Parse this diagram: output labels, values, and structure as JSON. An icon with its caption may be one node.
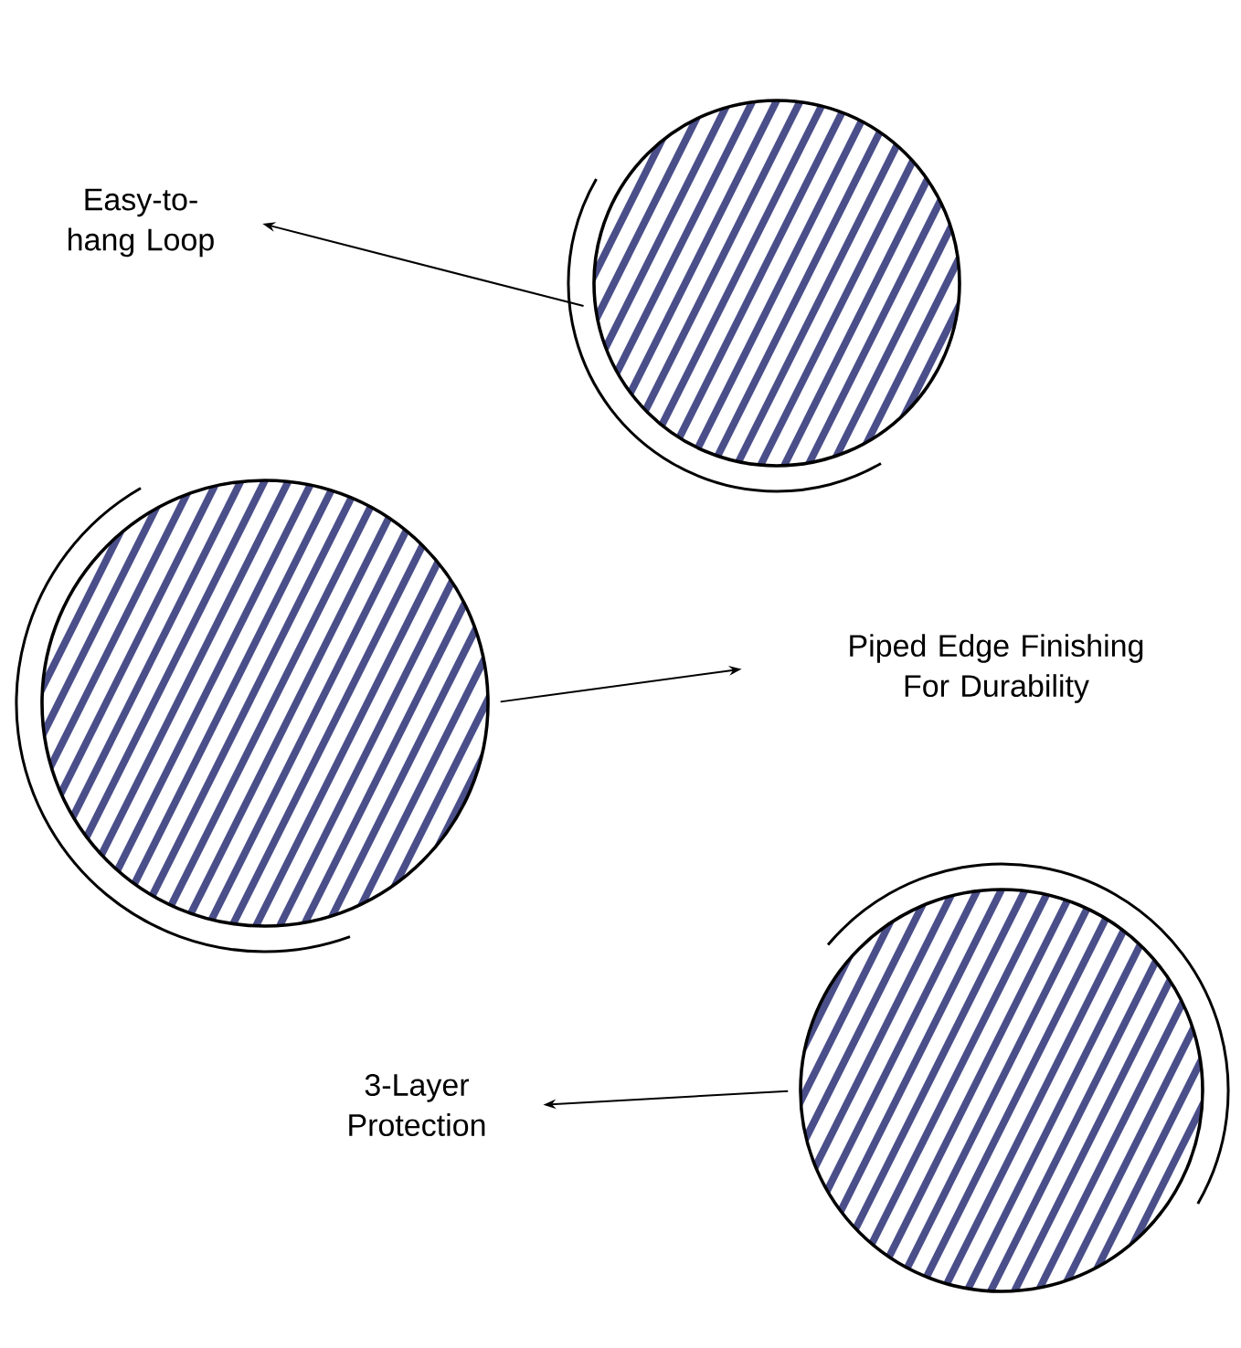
{
  "diagram": {
    "nodes": [
      {
        "text": [
          "Easy-to-hang Loop"
        ]
      },
      {
        "text": [],
        "shape": "picture"
      },
      {
        "text": [],
        "shape": "picture"
      },
      {
        "text": [
          "Piped Edge Finishing For Durability"
        ]
      },
      {
        "text": [
          "3-Layer Protection"
        ]
      },
      {
        "text": [],
        "shape": "picture"
      }
    ],
    "edges": [
      {
        "from": 1,
        "to": 0,
        "arrow": "to"
      },
      {
        "from": 2,
        "to": 3,
        "arrow": "to"
      },
      {
        "from": 5,
        "to": 4,
        "arrow": "to"
      }
    ]
  }
}
